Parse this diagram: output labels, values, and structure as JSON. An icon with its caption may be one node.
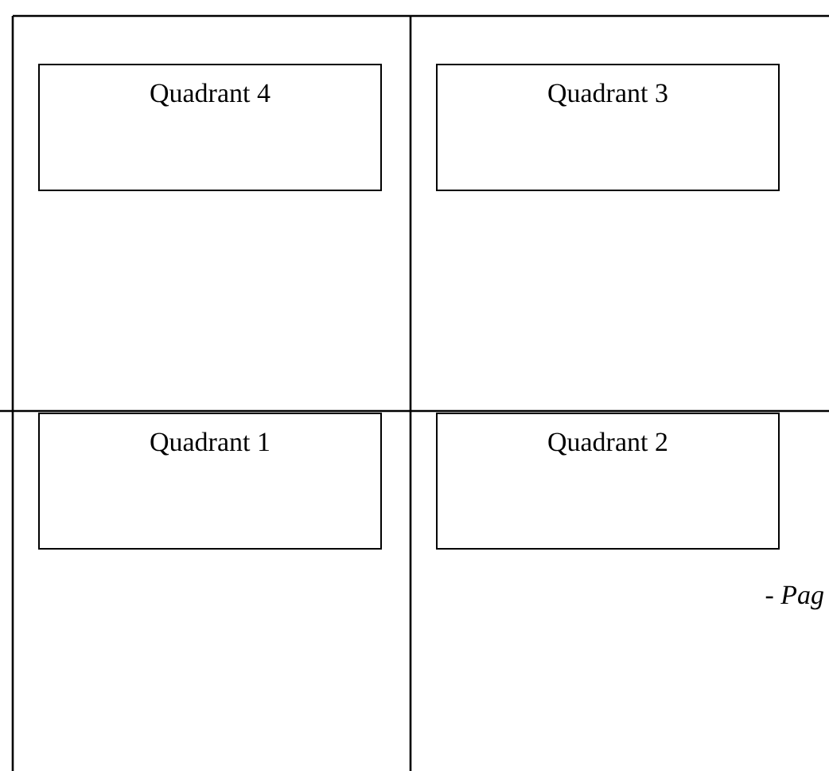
{
  "diagram": {
    "nodes": [
      {
        "text": [
          "Quadrant 4"
        ]
      },
      {
        "text": [
          "Quadrant 3"
        ]
      },
      {
        "text": [
          "Quadrant 1"
        ]
      },
      {
        "text": [
          "Quadrant 2"
        ]
      }
    ],
    "labels": [
      "- Pag"
    ]
  }
}
